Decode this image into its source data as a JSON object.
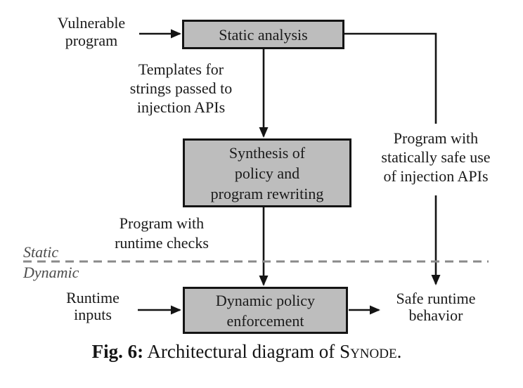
{
  "nodes": {
    "vulnerable_program": [
      "Vulnerable",
      "program"
    ],
    "static_analysis": [
      "Static analysis"
    ],
    "synthesis": [
      "Synthesis of",
      "policy and",
      "program rewriting"
    ],
    "dynamic_enforcement": [
      "Dynamic policy",
      "enforcement"
    ],
    "runtime_inputs": [
      "Runtime",
      "inputs"
    ],
    "safe_behavior": [
      "Safe runtime",
      "behavior"
    ]
  },
  "edge_labels": {
    "templates": [
      "Templates for",
      "strings passed to",
      "injection APIs"
    ],
    "program_safe": [
      "Program with",
      "statically safe use",
      "of injection APIs"
    ],
    "program_checks": [
      "Program with",
      "runtime checks"
    ]
  },
  "phases": {
    "static": "Static",
    "dynamic": "Dynamic"
  },
  "caption": {
    "label": "Fig. 6:",
    "text": "Architectural diagram of",
    "system_name": "Synode",
    "period": "."
  },
  "colors": {
    "box_fill": "#bdbdbd",
    "box_border": "#141414",
    "line": "#141414",
    "phase_divider": "#8a8a8a",
    "phase_text": "#4d4d4d",
    "text": "#1a1a1a"
  }
}
